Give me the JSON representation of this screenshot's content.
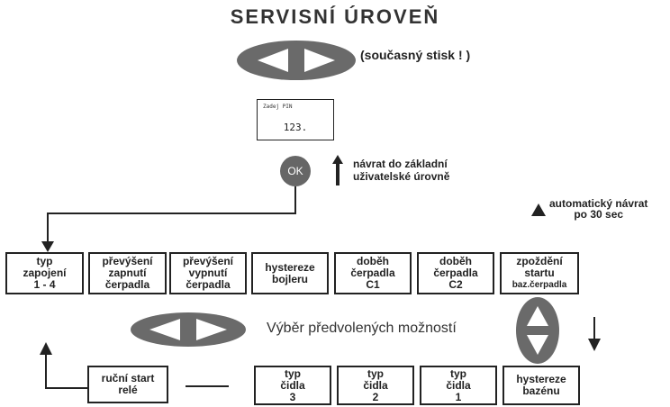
{
  "title": "SERVISNÍ ÚROVEŇ",
  "simultaneous_note": "(současný stisk ! )",
  "pin_display": {
    "label": "Zadej PIN",
    "value": "123."
  },
  "ok_label": "OK",
  "return_basic": [
    "návrat do základní",
    "uživatelské úrovně"
  ],
  "auto_return": [
    "automatický návrat",
    "po 30 sec"
  ],
  "select_label": "Výběr předvolených možností",
  "top_row": [
    {
      "lines": [
        "typ",
        "zapojení",
        "1 - 4"
      ]
    },
    {
      "lines": [
        "převýšení",
        "zapnutí",
        "čerpadla"
      ]
    },
    {
      "lines": [
        "převýšení",
        "vypnutí",
        "čerpadla"
      ]
    },
    {
      "lines": [
        "hystereze",
        "bojleru"
      ]
    },
    {
      "lines": [
        "doběh",
        "čerpadla",
        "C1"
      ]
    },
    {
      "lines": [
        "doběh",
        "čerpadla",
        "C2"
      ]
    },
    {
      "lines": [
        "zpoždění",
        "startu",
        "baz.čerpadla"
      ]
    }
  ],
  "bottom_row": [
    {
      "lines": [
        "ruční start",
        "relé"
      ]
    },
    {
      "lines": [
        "typ",
        "čidla",
        "3"
      ]
    },
    {
      "lines": [
        "typ",
        "čidla",
        "2"
      ]
    },
    {
      "lines": [
        "typ",
        "čidla",
        "1"
      ]
    },
    {
      "lines": [
        "hystereze",
        "bazénu"
      ]
    }
  ],
  "colors": {
    "button_fill": "#6a6a6a",
    "arrow_fill": "#ffffff",
    "line": "#222222"
  }
}
